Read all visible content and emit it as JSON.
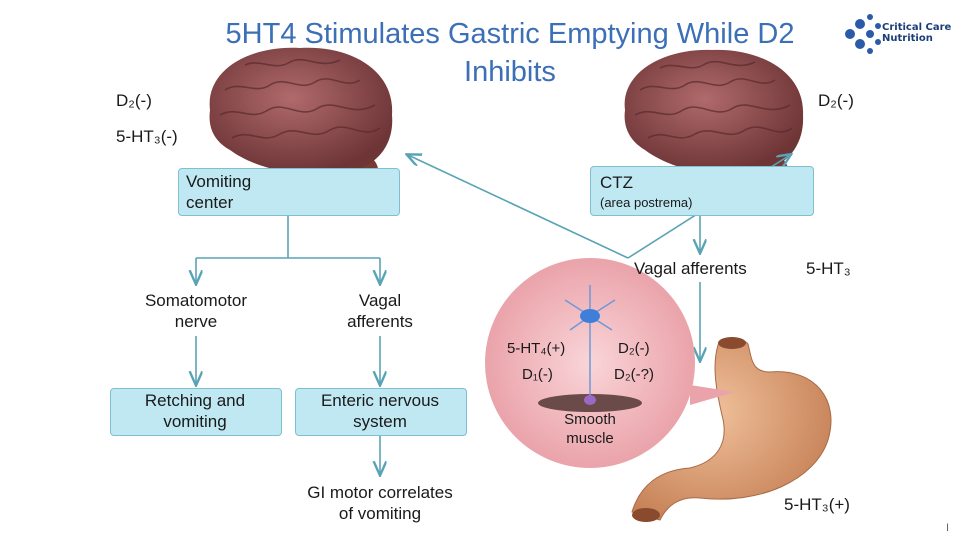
{
  "title_line1": "5HT4 Stimulates Gastric Emptying While D2",
  "title_line2": "Inhibits",
  "logo": {
    "line1": "Critical Care",
    "line2": "Nutrition",
    "icon": "molecule-logo-icon"
  },
  "left_brain": {
    "d2": "D₂(-)",
    "ht3": "5-HT₃(-)",
    "box": [
      "Vomiting",
      "center"
    ]
  },
  "right_brain": {
    "d2": "D₂(-)",
    "box_title": "CTZ",
    "box_sub": "(area postrema)"
  },
  "left_branch": {
    "somatomotor": [
      "Somatomotor",
      "nerve"
    ],
    "retching_box": [
      "Retching and",
      "vomiting"
    ]
  },
  "middle_branch": {
    "vagal": [
      "Vagal",
      "afferents"
    ],
    "enteric_box": [
      "Enteric nervous",
      "system"
    ],
    "gi_motor": [
      "GI motor correlates",
      "of vomiting"
    ]
  },
  "right_side": {
    "vagal_afferents": "Vagal afferents",
    "ht3": "5-HT₃",
    "stomach_ht3": "5-HT₃(+)"
  },
  "circle": {
    "ht4": "5-HT₄(+)",
    "d2": "D₂(-)",
    "d1": "D₁(-)",
    "d2q": "D₂(-?)",
    "smooth": [
      "Smooth",
      "muscle"
    ]
  },
  "slide_number": "I",
  "colors": {
    "title": "#3b6fb6",
    "box_fill": "#bfe8f2",
    "arrow": "#5aa3b5",
    "brain": "#8a4a4c",
    "stomach": "#d99a6e",
    "circle": "#f1b7bd"
  }
}
